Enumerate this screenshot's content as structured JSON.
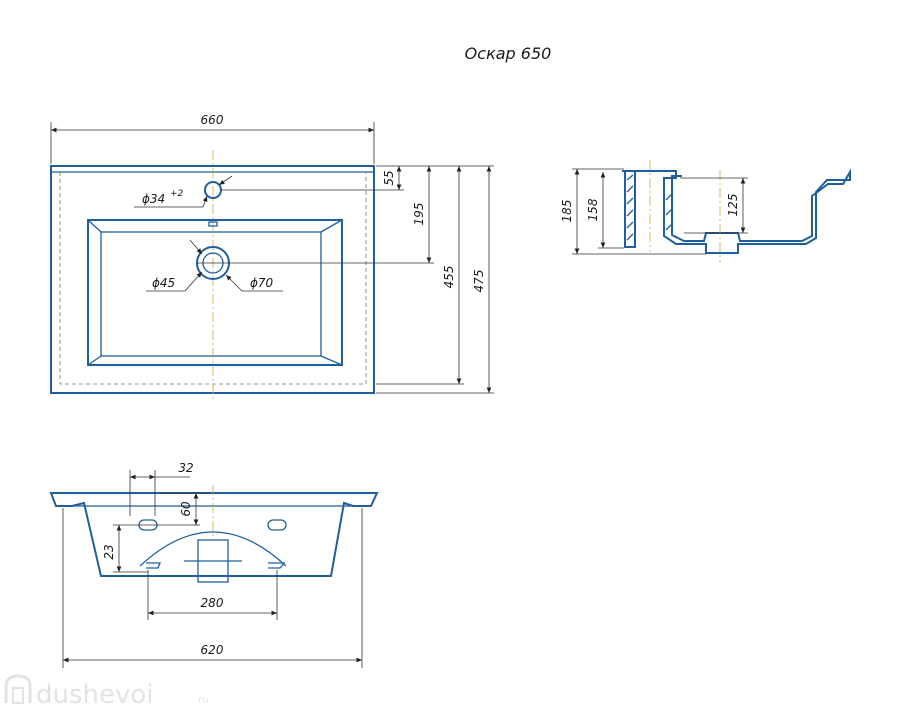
{
  "title": "Оскар 650",
  "watermark": {
    "brand": "dushevoi",
    "suffix": "ru"
  },
  "top_view": {
    "overall_width": "660",
    "faucet_hole": "ϕ34",
    "faucet_hole_tolerance": "+2",
    "hole_offset": "55",
    "drain_offset": "195",
    "inner_depth": "455",
    "overall_depth": "475",
    "drain_inner": "ϕ45",
    "drain_outer": "ϕ70"
  },
  "side_view": {
    "total_height": "185",
    "body_height": "158",
    "bowl_depth": "125"
  },
  "front_view": {
    "slot_width": "32",
    "slot_height": "60",
    "slot_offset": "23",
    "slot_spacing": "280",
    "base_width": "620"
  }
}
